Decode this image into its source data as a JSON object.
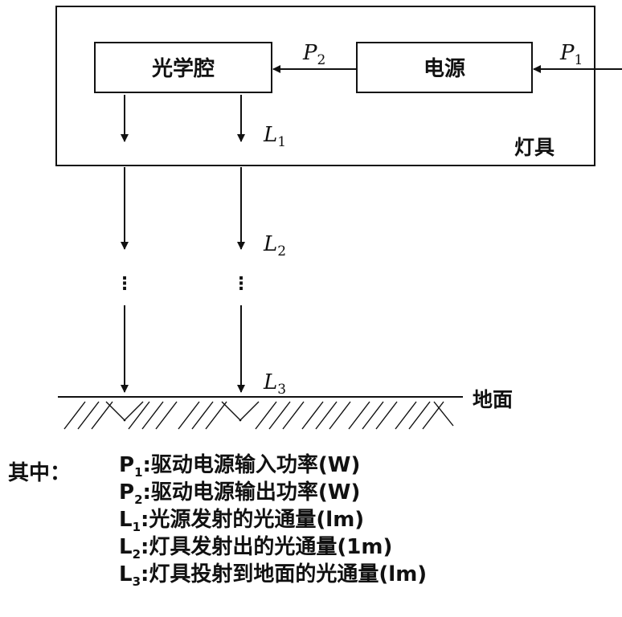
{
  "diagram": {
    "optical_cavity_label": "光学腔",
    "power_supply_label": "电源",
    "luminaire_label": "灯具",
    "ground_label": "地面",
    "p1": {
      "symbol": "P",
      "sub": "1"
    },
    "p2": {
      "symbol": "P",
      "sub": "2"
    },
    "l1": {
      "symbol": "L",
      "sub": "1"
    },
    "l2": {
      "symbol": "L",
      "sub": "2"
    },
    "l3": {
      "symbol": "L",
      "sub": "3"
    },
    "ellipsis": "⋮"
  },
  "legend": {
    "heading": "其中：",
    "items": [
      {
        "symbol": "P",
        "sub": "1",
        "text": ":驱动电源输入功率(W)"
      },
      {
        "symbol": "P",
        "sub": "2",
        "text": ":驱动电源输出功率(W)"
      },
      {
        "symbol": "L",
        "sub": "1",
        "text": ":光源发射的光通量(lm)"
      },
      {
        "symbol": "L",
        "sub": "2",
        "text": ":灯具发射出的光通量(1m)"
      },
      {
        "symbol": "L",
        "sub": "3",
        "text": ":灯具投射到地面的光通量(lm)"
      }
    ]
  }
}
